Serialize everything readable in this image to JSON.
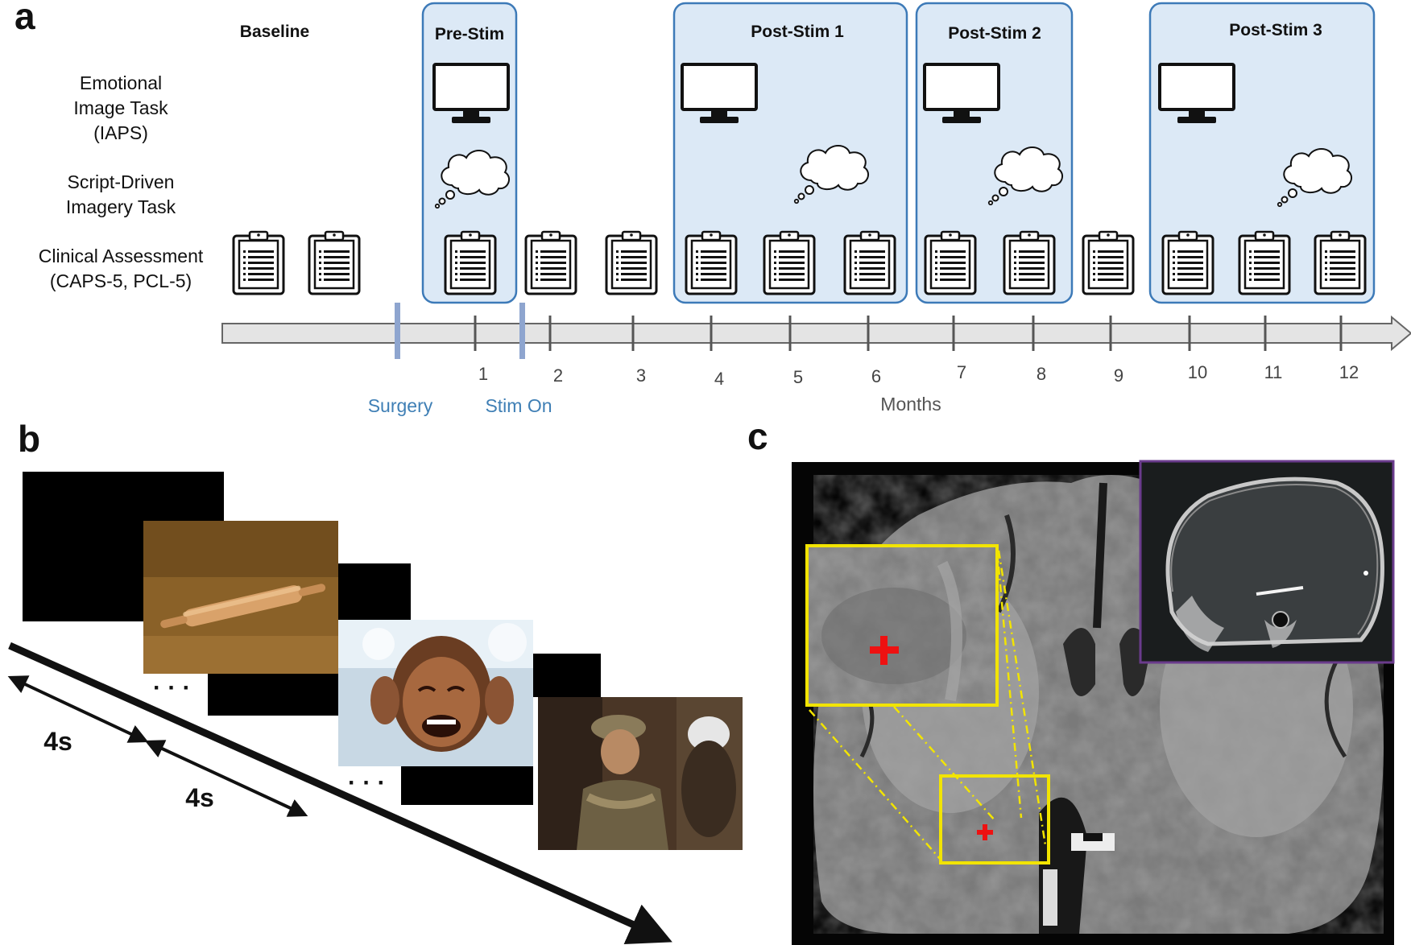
{
  "panels": {
    "a": "a",
    "b": "b",
    "c": "c"
  },
  "row_labels": {
    "emotional": [
      "Emotional",
      "Image Task",
      "(IAPS)"
    ],
    "script": [
      "Script-Driven",
      "Imagery Task"
    ],
    "clinical": [
      "Clinical Assessment",
      "(CAPS-5, PCL-5)"
    ]
  },
  "phases": {
    "baseline": "Baseline",
    "prestim": "Pre-Stim",
    "post1": "Post-Stim 1",
    "post2": "Post-Stim 2",
    "post3": "Post-Stim 3"
  },
  "timeline": {
    "months": [
      "1",
      "2",
      "3",
      "4",
      "5",
      "6",
      "7",
      "8",
      "9",
      "10",
      "11",
      "12"
    ],
    "axis_label": "Months",
    "events": {
      "surgery": "Surgery",
      "stim_on": "Stim On"
    }
  },
  "panel_b": {
    "duration_1": "4s",
    "duration_2": "4s"
  },
  "colors": {
    "box_fill": "#dce9f6",
    "box_stroke": "#3d7ab8",
    "event_line": "#8ea5cf",
    "event_text": "#3f7fb5",
    "roi": "#f2e400",
    "target": "#ee1111",
    "ct_border": "#6a3b8c"
  },
  "icons": {
    "monitor": "monitor-icon",
    "thought": "thought-cloud-icon",
    "clipboard": "clipboard-icon"
  }
}
